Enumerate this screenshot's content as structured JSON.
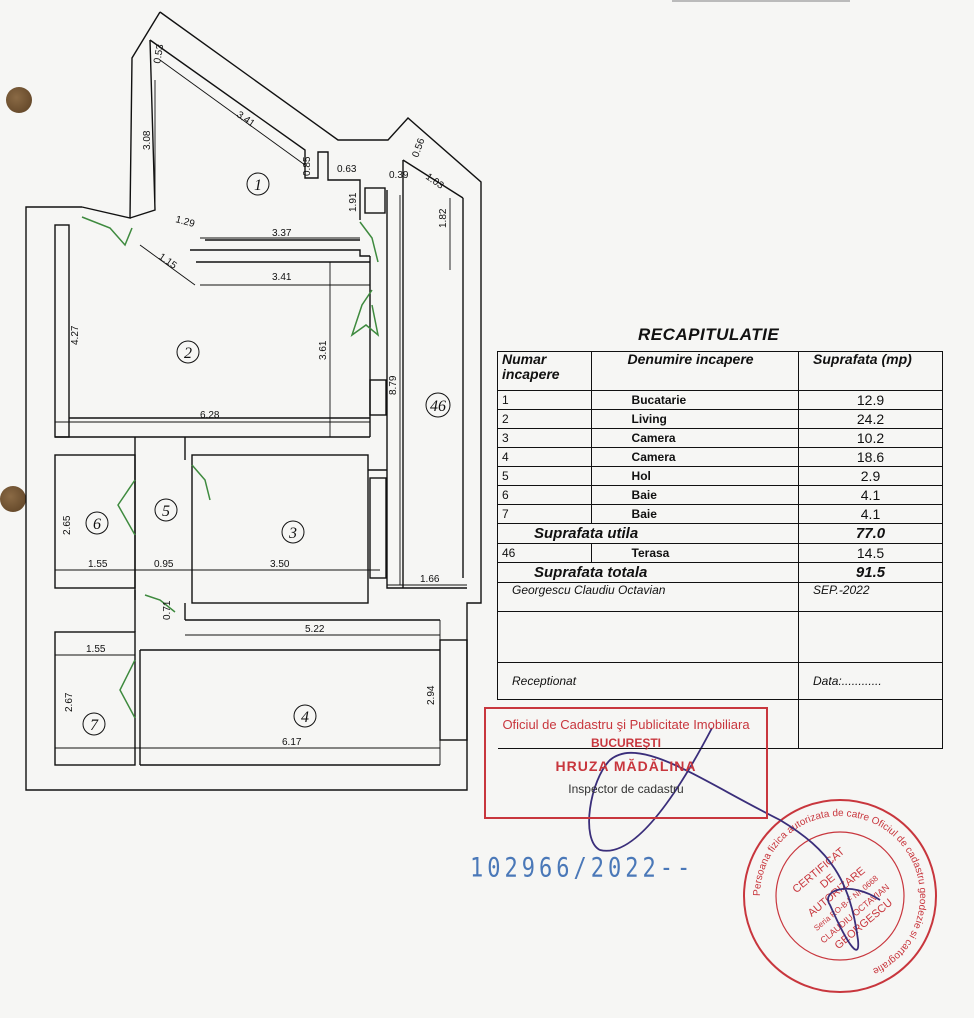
{
  "plan": {
    "rooms": [
      {
        "id": "1"
      },
      {
        "id": "2"
      },
      {
        "id": "3"
      },
      {
        "id": "4"
      },
      {
        "id": "5"
      },
      {
        "id": "6"
      },
      {
        "id": "7"
      },
      {
        "id": "46"
      }
    ],
    "dimensions": [
      "0.53",
      "3.41",
      "3.08",
      "0.85",
      "0.63",
      "0.39",
      "0.56",
      "1.03",
      "1.91",
      "1.82",
      "1.29",
      "3.37",
      "1.15",
      "3.41",
      "4.27",
      "3.61",
      "8.79",
      "6.28",
      "2.65",
      "1.55",
      "0.95",
      "3.50",
      "1.66",
      "0.71",
      "5.22",
      "1.55",
      "2.67",
      "2.94",
      "6.17"
    ]
  },
  "recap": {
    "title": "RECAPITULATIE",
    "headers": {
      "num": "Numar incapere",
      "name": "Denumire incapere",
      "area": "Suprafata (mp)"
    },
    "rows": [
      {
        "num": "1",
        "name": "Bucatarie",
        "area": "12.9"
      },
      {
        "num": "2",
        "name": "Living",
        "area": "24.2"
      },
      {
        "num": "3",
        "name": "Camera",
        "area": "10.2"
      },
      {
        "num": "4",
        "name": "Camera",
        "area": "18.6"
      },
      {
        "num": "5",
        "name": "Hol",
        "area": "2.9"
      },
      {
        "num": "6",
        "name": "Baie",
        "area": "4.1"
      },
      {
        "num": "7",
        "name": "Baie",
        "area": "4.1"
      }
    ],
    "useful_label": "Suprafata utila",
    "useful_value": "77.0",
    "terrace": {
      "num": "46",
      "name": "Terasa",
      "area": "14.5"
    },
    "total_label": "Suprafata totala",
    "total_value": "91.5",
    "author": "Georgescu Claudiu Octavian",
    "date": "SEP.-2022",
    "received_label": "Receptionat",
    "date_label": "Data:............"
  },
  "stamp": {
    "line1": "Oficiul de Cadastru şi Publicitate Imobiliara",
    "line2": "BUCUREŞTI",
    "line3": "HRUZA MĂDĂLINA",
    "line4": "Inspector de cadastru"
  },
  "seal": {
    "ring": "Persoana fizica autorizata de catre Oficiul de cadastru geodezie si cartografie",
    "center": [
      "CERTIFICAT",
      "DE",
      "AUTORIZARE",
      "Seria RO-B-F Nr. 0668",
      "CLAUDIU OCTAVIAN",
      "GEORGESCU"
    ]
  },
  "registration": "102966/2022--",
  "colors": {
    "ink": "#111111",
    "stamp": "#c8363d",
    "seal": "#c8363d",
    "doors": "#3e8a3e",
    "regnum": "#4a78b8"
  }
}
